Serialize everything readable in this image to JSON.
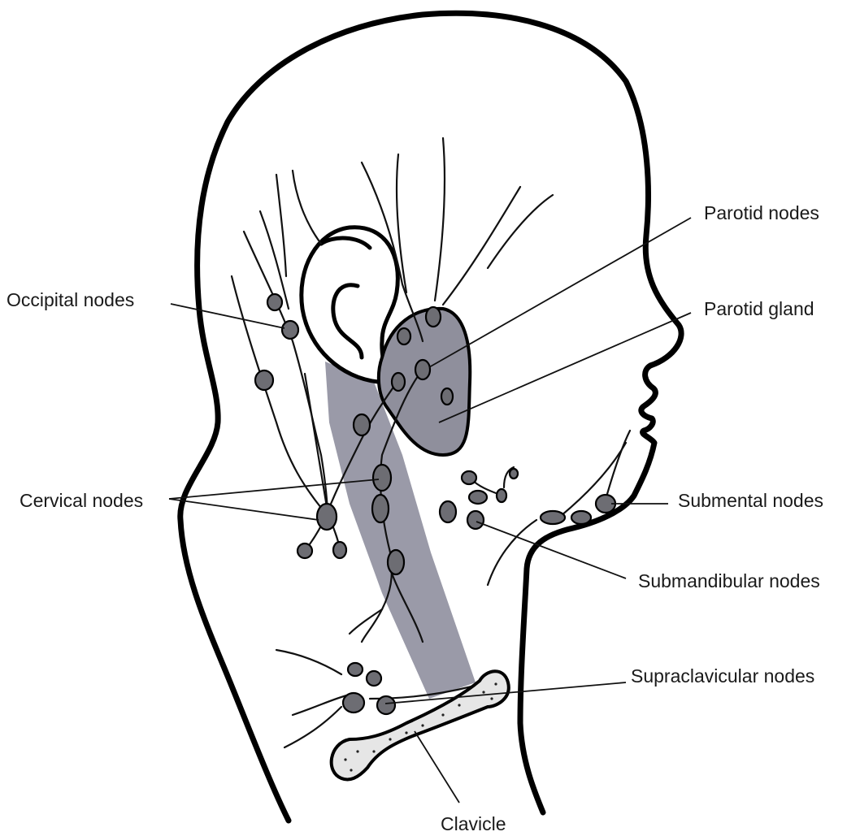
{
  "labels": {
    "parotid_nodes": "Parotid nodes",
    "parotid_gland": "Parotid gland",
    "occipital_nodes": "Occipital nodes",
    "cervical_nodes": "Cervical nodes",
    "submental_nodes": "Submental nodes",
    "submandibular_nodes": "Submandibular nodes",
    "supraclavicular_nodes": "Supraclavicular nodes",
    "clavicle": "Clavicle"
  },
  "colors": {
    "gland_fill": "#8f8f9c",
    "node_fill": "#6d6d73",
    "vein_band": "#9a9aa8",
    "clavicle_fill": "#e6e6e6",
    "outline": "#000000"
  }
}
